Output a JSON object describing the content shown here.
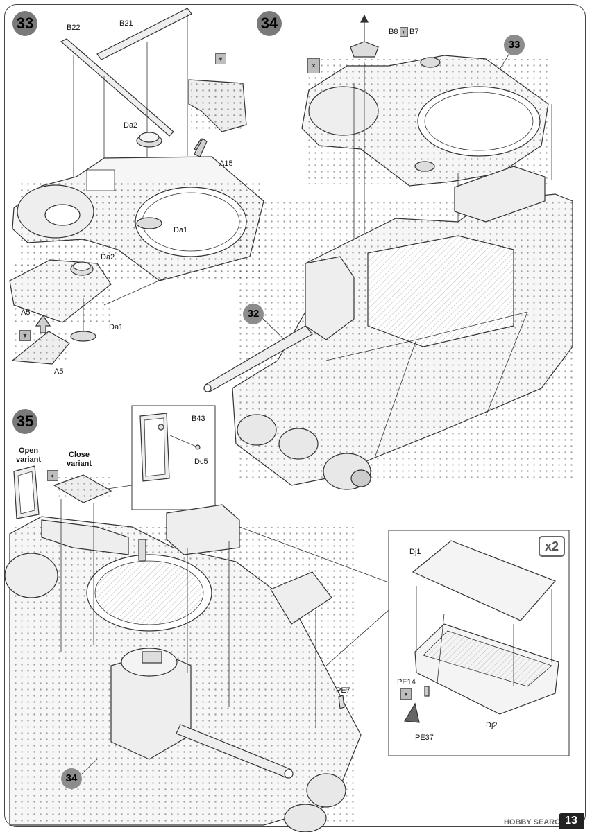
{
  "steps": {
    "s33": "33",
    "s34": "34",
    "s35": "35"
  },
  "step33": {
    "labels": {
      "B22": "B22",
      "B21": "B21",
      "Da2_top": "Da2",
      "A15": "A15",
      "Da1_mid": "Da1",
      "Da2_low": "Da2",
      "A5_left": "A5",
      "Da1_low": "Da1",
      "A5_bottom": "A5"
    }
  },
  "step34": {
    "labels": {
      "B8B7": "B8",
      "B7": "B7",
      "ref33": "33",
      "ref32": "32"
    }
  },
  "step35": {
    "open_variant": "Open\nvariant",
    "close_variant": "Close\nvariant",
    "labels": {
      "B43": "B43",
      "Dc5": "Dc5",
      "ref34": "34",
      "Dj1": "Dj1",
      "Dj2": "Dj2",
      "PE14": "PE14",
      "PE37": "PE37",
      "PE7": "PE7",
      "x2": "x2"
    }
  },
  "footer": {
    "logo": "HOBBY SEARCH",
    "page_number": "13"
  },
  "colors": {
    "step_circle": "#7a7a7a",
    "line": "#333333",
    "part_fill": "#f4f4f4",
    "shade": "#d9d9d9"
  }
}
